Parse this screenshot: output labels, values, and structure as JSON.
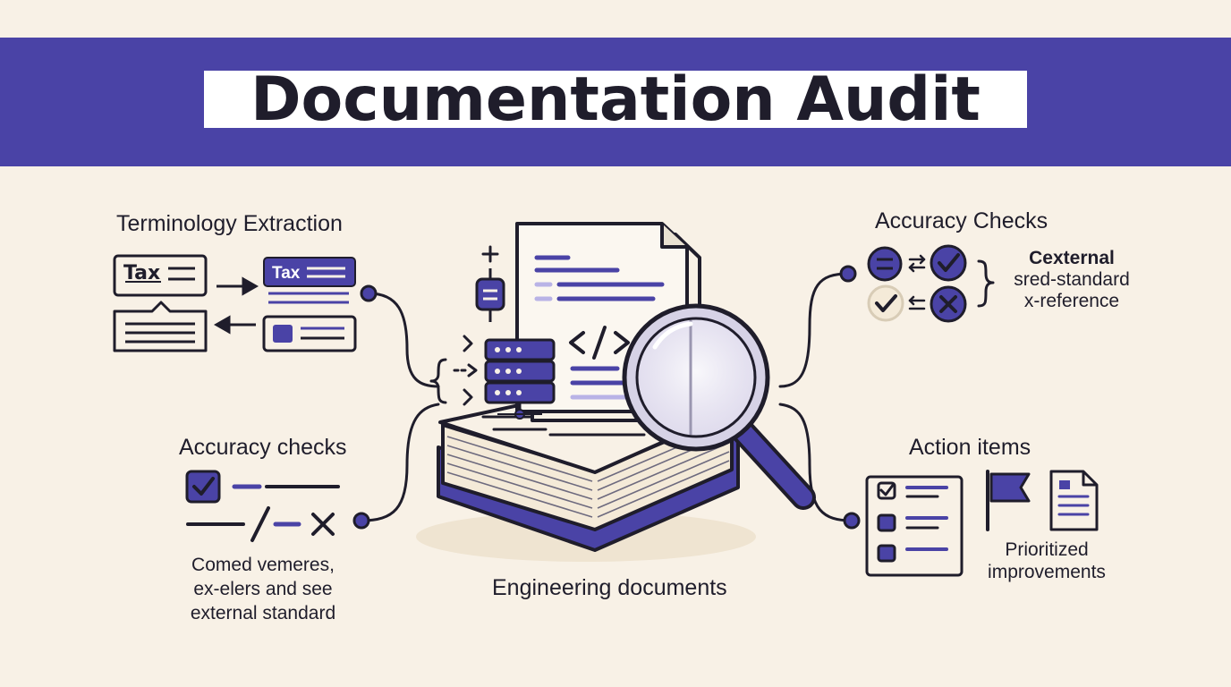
{
  "title": "Documentation Audit",
  "center": {
    "caption": "Engineering documents"
  },
  "terminology": {
    "heading": "Terminology Extraction",
    "tag_left": "Tax",
    "tag_right": "Tax"
  },
  "accuracy_left": {
    "heading": "Accuracy checks",
    "caption_lines": [
      "Comed vemeres,",
      "ex-elers and see",
      "external standard"
    ]
  },
  "accuracy_right": {
    "heading": "Accuracy Checks",
    "label_bold": "Cexternal",
    "label_lines": [
      "sred-standard",
      "x-reference"
    ]
  },
  "actions": {
    "heading": "Action items",
    "caption_lines": [
      "Prioritized",
      "improvements"
    ]
  },
  "colors": {
    "accent": "#4a43a6",
    "ink": "#1f1d2b",
    "paper": "#f8f1e6",
    "light_accent": "#b9b3e6"
  },
  "icons": [
    "plus-icon",
    "server-icon",
    "code-icon",
    "magnifier-icon",
    "book-icon",
    "checkbox-icon",
    "cross-icon",
    "flag-icon",
    "document-icon",
    "check-icon"
  ]
}
